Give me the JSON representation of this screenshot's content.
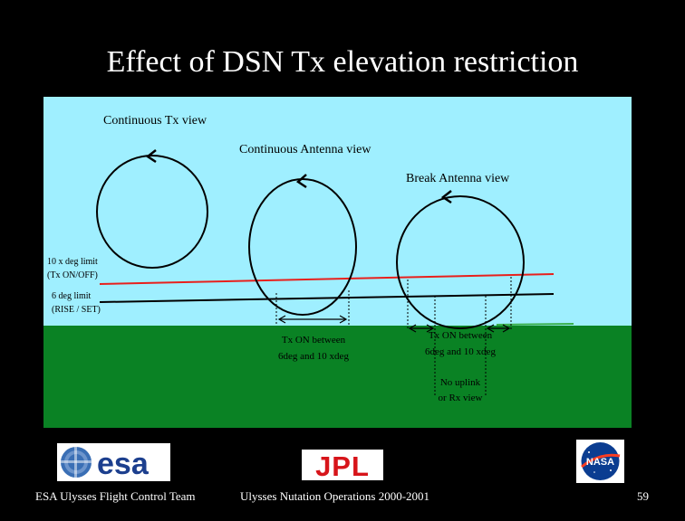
{
  "title": "Effect of DSN Tx elevation restriction",
  "diagram": {
    "labels": {
      "continuous_tx": "Continuous Tx view",
      "continuous_antenna": "Continuous Antenna view",
      "break_antenna": "Break Antenna view",
      "limit_10_line1": "10 x deg limit",
      "limit_10_line2": "(Tx ON/OFF)",
      "limit_6_line1": "6 deg limit",
      "limit_6_line2": "(RISE / SET)",
      "tx_on_1_line1": "Tx ON between",
      "tx_on_1_line2": "6deg and 10 xdeg",
      "tx_on_2_line1": "Tx ON between",
      "tx_on_2_line2": "6deg and 10 xdeg",
      "no_uplink_line1": "No uplink",
      "no_uplink_line2": "or  Rx view"
    },
    "colors": {
      "sky": "#9fefff",
      "ground": "#0a8224",
      "limit_10_line": "#e8201c",
      "limit_6_line": "#000000"
    }
  },
  "logos": {
    "esa": "esa",
    "jpl": "JPL",
    "nasa": "NASA"
  },
  "footer": {
    "left": "ESA Ulysses Flight Control Team",
    "center": "Ulysses Nutation Operations 2000-2001",
    "page_number": "59"
  }
}
